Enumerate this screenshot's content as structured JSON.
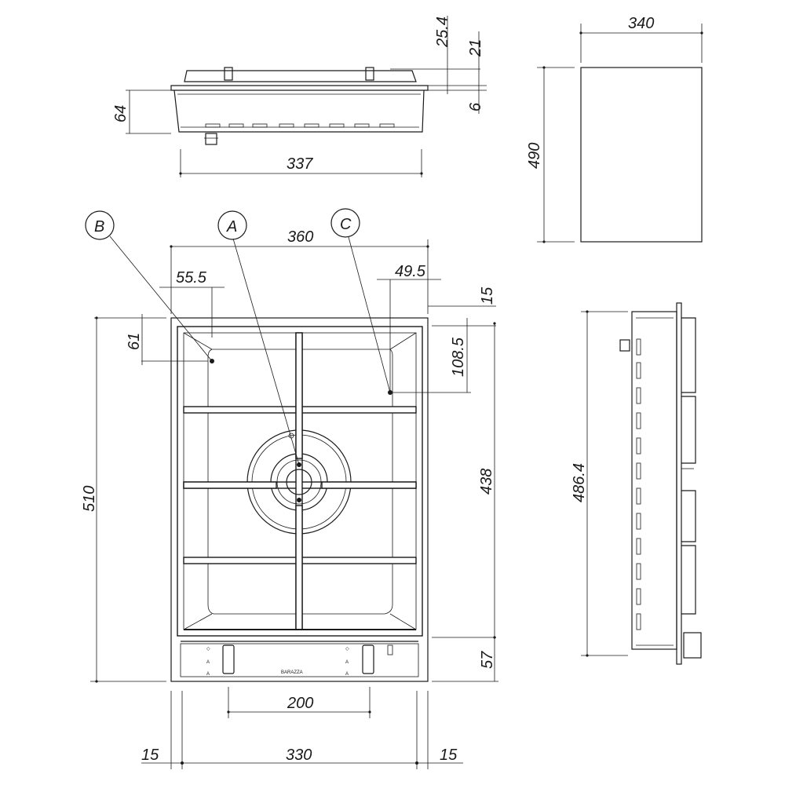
{
  "dimensions": {
    "top_25_4": "25.4",
    "top_21": "21",
    "top_6": "6",
    "top_64": "64",
    "top_337": "337",
    "right_340": "340",
    "right_490": "490",
    "plan_360": "360",
    "plan_55_5": "55.5",
    "plan_49_5": "49.5",
    "plan_15_top": "15",
    "plan_61": "61",
    "plan_108_5": "108.5",
    "plan_510": "510",
    "plan_438": "438",
    "plan_57": "57",
    "plan_200": "200",
    "plan_15_left": "15",
    "plan_330": "330",
    "plan_15_right": "15",
    "side_486_4": "486.4"
  },
  "callouts": {
    "a": "A",
    "b": "B",
    "c": "C"
  },
  "brand": "BARAZZA"
}
